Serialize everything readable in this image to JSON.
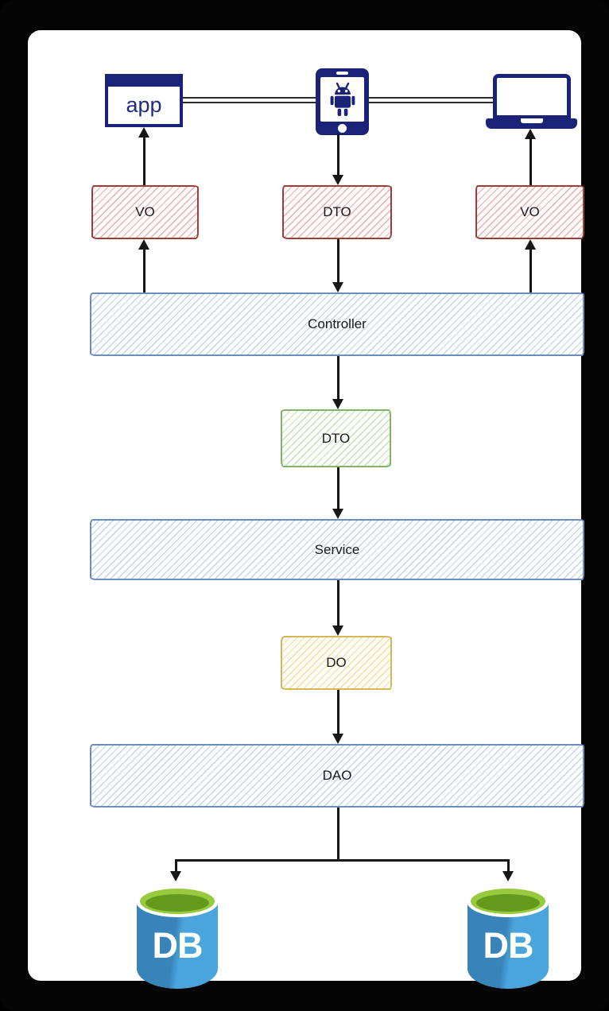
{
  "devices": {
    "browser": {
      "label": "app"
    },
    "phone": {
      "icon": "android-icon"
    },
    "laptop": {
      "icon": "laptop-icon"
    }
  },
  "nodes": {
    "vo_left": {
      "label": "VO",
      "fill": "#fffdfd",
      "stroke": "#9c3d38"
    },
    "dto_client": {
      "label": "DTO",
      "fill": "#fffdfd",
      "stroke": "#9c3d38"
    },
    "vo_right": {
      "label": "VO",
      "fill": "#fffdfd",
      "stroke": "#9c3d38"
    },
    "controller": {
      "label": "Controller",
      "fill": "#fdfeff",
      "stroke": "#6c8ebf"
    },
    "dto_service": {
      "label": "DTO",
      "fill": "#fcfffb",
      "stroke": "#82b366"
    },
    "service": {
      "label": "Service",
      "fill": "#fdfeff",
      "stroke": "#6c8ebf"
    },
    "do": {
      "label": "DO",
      "fill": "#fffdf5",
      "stroke": "#d6b656"
    },
    "dao": {
      "label": "DAO",
      "fill": "#fdfeff",
      "stroke": "#6c8ebf"
    }
  },
  "databases": {
    "left": {
      "label": "DB"
    },
    "right": {
      "label": "DB"
    }
  },
  "colors": {
    "device_navy": "#1a2377",
    "arrow_black": "#171717",
    "db_blue_dark": "#3884ba",
    "db_blue_light": "#49a5db",
    "db_green_top": "#97ca3c",
    "db_green_inner": "#64991e",
    "canvas_background": "#050505",
    "card_background": "#ffffff"
  },
  "edges": [
    {
      "from": "browser",
      "to": "phone",
      "type": "double-line"
    },
    {
      "from": "phone",
      "to": "laptop",
      "type": "double-line"
    },
    {
      "from": "vo-left",
      "to": "browser",
      "direction": "up"
    },
    {
      "from": "controller",
      "to": "vo-left",
      "direction": "up"
    },
    {
      "from": "phone",
      "to": "dto-client",
      "direction": "down"
    },
    {
      "from": "dto-client",
      "to": "controller",
      "direction": "down"
    },
    {
      "from": "vo-right",
      "to": "laptop",
      "direction": "up"
    },
    {
      "from": "controller",
      "to": "vo-right",
      "direction": "up"
    },
    {
      "from": "controller",
      "to": "dto-service",
      "direction": "down"
    },
    {
      "from": "dto-service",
      "to": "service",
      "direction": "down"
    },
    {
      "from": "service",
      "to": "do",
      "direction": "down"
    },
    {
      "from": "do",
      "to": "dao",
      "direction": "down"
    },
    {
      "from": "dao",
      "to": "db-left",
      "direction": "down"
    },
    {
      "from": "dao",
      "to": "db-right",
      "direction": "down"
    }
  ]
}
